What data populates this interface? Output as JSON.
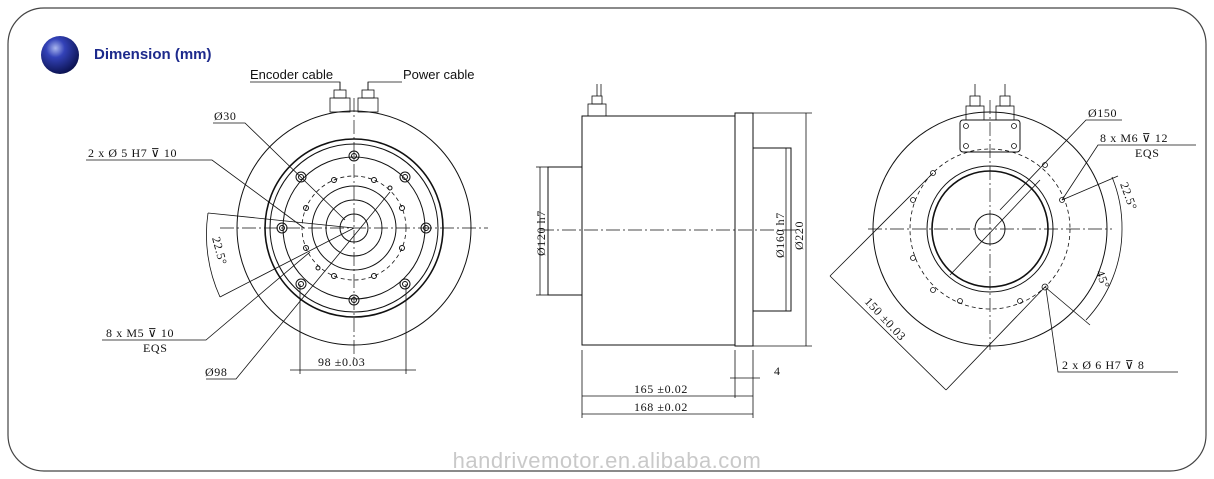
{
  "header": {
    "title": "Dimension (mm)",
    "bullet_icon": "blue-sphere-icon"
  },
  "callouts": {
    "encoder_cable": "Encoder cable",
    "power_cable": "Power cable"
  },
  "front_view": {
    "d30": "Ø30",
    "holes_2xd5": "2 x Ø 5 H7 ⊽ 10",
    "angle": "22.5°",
    "m5_line1": "8 x M5 ⊽ 10",
    "m5_line2": "EQS",
    "d98": "Ø98",
    "width_98": "98 ±0.03"
  },
  "side_view": {
    "d120": "Ø120 h7",
    "d160": "Ø160 h7",
    "d220": "Ø220",
    "len_4": "4",
    "len_165": "165 ±0.02",
    "len_168": "168 ±0.02"
  },
  "rear_view": {
    "d150": "Ø150",
    "m6_line1": "8 x M6 ⊽ 12",
    "m6_line2": "EQS",
    "angle_225": "22.5°",
    "angle_45": "45°",
    "dim_150": "150 ±0.03",
    "holes_2xd6": "2 x Ø 6 H7 ⊽ 8"
  },
  "footer": {
    "watermark": "handrivemotor.en.alibaba.com"
  },
  "colors": {
    "title": "#1d2a8c",
    "watermark": "#c9c9c9",
    "line": "#111111",
    "frame": "#444444"
  }
}
